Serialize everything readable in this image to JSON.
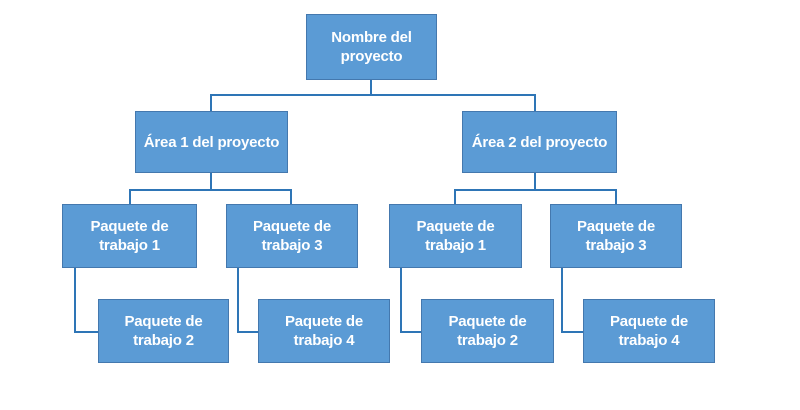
{
  "diagram": {
    "type": "work-breakdown-structure",
    "language": "es",
    "colors": {
      "node_fill": "#5B9BD5",
      "node_border": "#4478AE",
      "connector": "#2E75B6",
      "node_text": "#FFFFFF",
      "background": "#FFFFFF"
    },
    "hierarchy": {
      "label": "Nombre del proyecto",
      "children": [
        {
          "label": "Área 1 del proyecto",
          "children": [
            {
              "label": "Paquete de trabajo 1",
              "children": [
                {
                  "label": "Paquete de trabajo 2"
                }
              ]
            },
            {
              "label": "Paquete de trabajo 3",
              "children": [
                {
                  "label": "Paquete de trabajo 4"
                }
              ]
            }
          ]
        },
        {
          "label": "Área 2 del proyecto",
          "children": [
            {
              "label": "Paquete de trabajo 1",
              "children": [
                {
                  "label": "Paquete de trabajo 2"
                }
              ]
            },
            {
              "label": "Paquete de trabajo 3",
              "children": [
                {
                  "label": "Paquete de trabajo 4"
                }
              ]
            }
          ]
        }
      ]
    }
  }
}
